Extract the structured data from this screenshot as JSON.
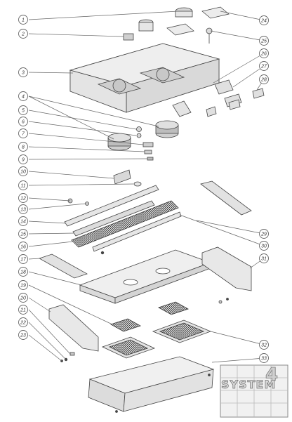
{
  "callouts": [
    "1",
    "2",
    "3",
    "4",
    "5",
    "6",
    "7",
    "8",
    "9",
    "10",
    "11",
    "12",
    "13",
    "14",
    "15",
    "16",
    "17",
    "18",
    "19",
    "20",
    "21",
    "22",
    "23",
    "24",
    "25",
    "26",
    "27",
    "28",
    "29",
    "30",
    "31",
    "32",
    "33"
  ],
  "watermark": {
    "brand_text": "SYSTEM",
    "grid_letter": "4"
  },
  "colors": {
    "line": "#444444",
    "metal": "#e8e8e8",
    "metal_dark": "#bdbdbd",
    "mesh": "#3a3a3a",
    "watermark": "#8a8a8a"
  }
}
